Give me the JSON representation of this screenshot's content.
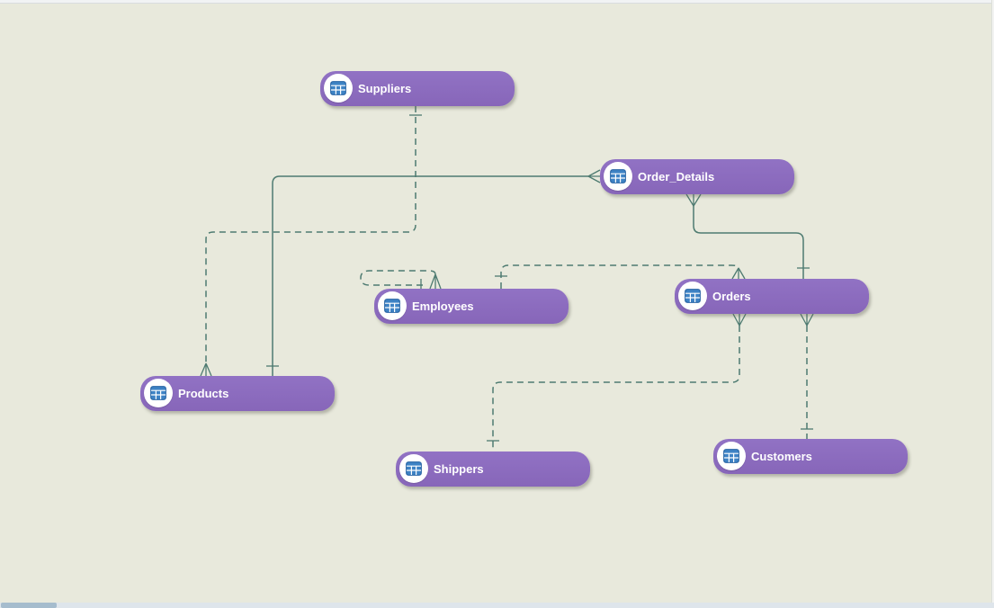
{
  "diagram": {
    "tool": "database-diagram-canvas",
    "tables": [
      {
        "name": "Suppliers",
        "icon": "table-icon"
      },
      {
        "name": "Order_Details",
        "icon": "table-icon"
      },
      {
        "name": "Orders",
        "icon": "table-icon"
      },
      {
        "name": "Employees",
        "icon": "table-icon"
      },
      {
        "name": "Products",
        "icon": "table-icon"
      },
      {
        "name": "Shippers",
        "icon": "table-icon"
      },
      {
        "name": "Customers",
        "icon": "table-icon"
      }
    ],
    "relationships": [
      {
        "from": "Suppliers",
        "to": "Products",
        "from_cardinality": "one",
        "to_cardinality": "many",
        "line_style": "dashed"
      },
      {
        "from": "Order_Details",
        "to": "Products",
        "from_cardinality": "many",
        "to_cardinality": "one",
        "line_style": "solid"
      },
      {
        "from": "Order_Details",
        "to": "Orders",
        "from_cardinality": "many",
        "to_cardinality": "one",
        "line_style": "solid"
      },
      {
        "from": "Employees",
        "to": "Orders",
        "from_cardinality": "one",
        "to_cardinality": "many",
        "line_style": "dashed"
      },
      {
        "from": "Employees",
        "to": "Employees",
        "from_cardinality": "one",
        "to_cardinality": "many",
        "line_style": "dashed"
      },
      {
        "from": "Orders",
        "to": "Shippers",
        "from_cardinality": "many",
        "to_cardinality": "one",
        "line_style": "dashed"
      },
      {
        "from": "Orders",
        "to": "Customers",
        "from_cardinality": "many",
        "to_cardinality": "one",
        "line_style": "dashed"
      }
    ],
    "colors": {
      "canvas_background": "#e8e9dc",
      "node_fill": "#8a6bbd",
      "node_text": "#ffffff",
      "connector": "#4e7b71",
      "icon_circle": "#ffffff",
      "icon_table_blue": "#3e83c5",
      "scrollbar_track": "#dee5eb",
      "scrollbar_thumb": "#a5bccd"
    }
  }
}
